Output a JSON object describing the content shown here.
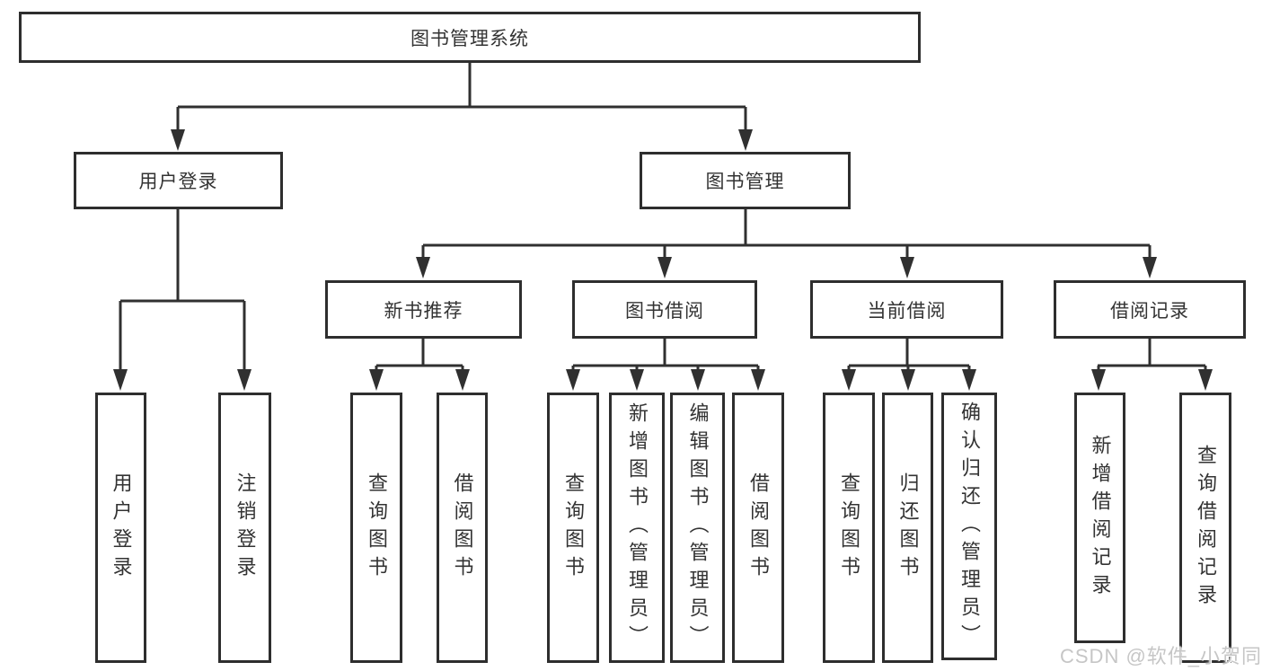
{
  "diagram": {
    "watermark": "CSDN @软件_小贺同学",
    "colors": {
      "line_color": "#303030",
      "box_border_color": "#2e2e2e",
      "text_color": "#333333",
      "watermark_color": "#c6c6c6",
      "bg_color": "#ffffff"
    },
    "tree": {
      "label": "图书管理系统",
      "children": [
        {
          "label": "用户登录",
          "children": [
            {
              "label": "用户登录"
            },
            {
              "label": "注销登录"
            }
          ]
        },
        {
          "label": "图书管理",
          "children": [
            {
              "label": "新书推荐",
              "children": [
                {
                  "label": "查询图书"
                },
                {
                  "label": "借阅图书"
                }
              ]
            },
            {
              "label": "图书借阅",
              "children": [
                {
                  "label": "查询图书"
                },
                {
                  "label": "新增图书（管理员）"
                },
                {
                  "label": "编辑图书（管理员）"
                },
                {
                  "label": "借阅图书"
                }
              ]
            },
            {
              "label": "当前借阅",
              "children": [
                {
                  "label": "查询图书"
                },
                {
                  "label": "归还图书"
                },
                {
                  "label": "确认归还（管理员）"
                }
              ]
            },
            {
              "label": "借阅记录",
              "children": [
                {
                  "label": "新增借阅记录"
                },
                {
                  "label": "查询借阅记录"
                }
              ]
            }
          ]
        }
      ]
    }
  }
}
